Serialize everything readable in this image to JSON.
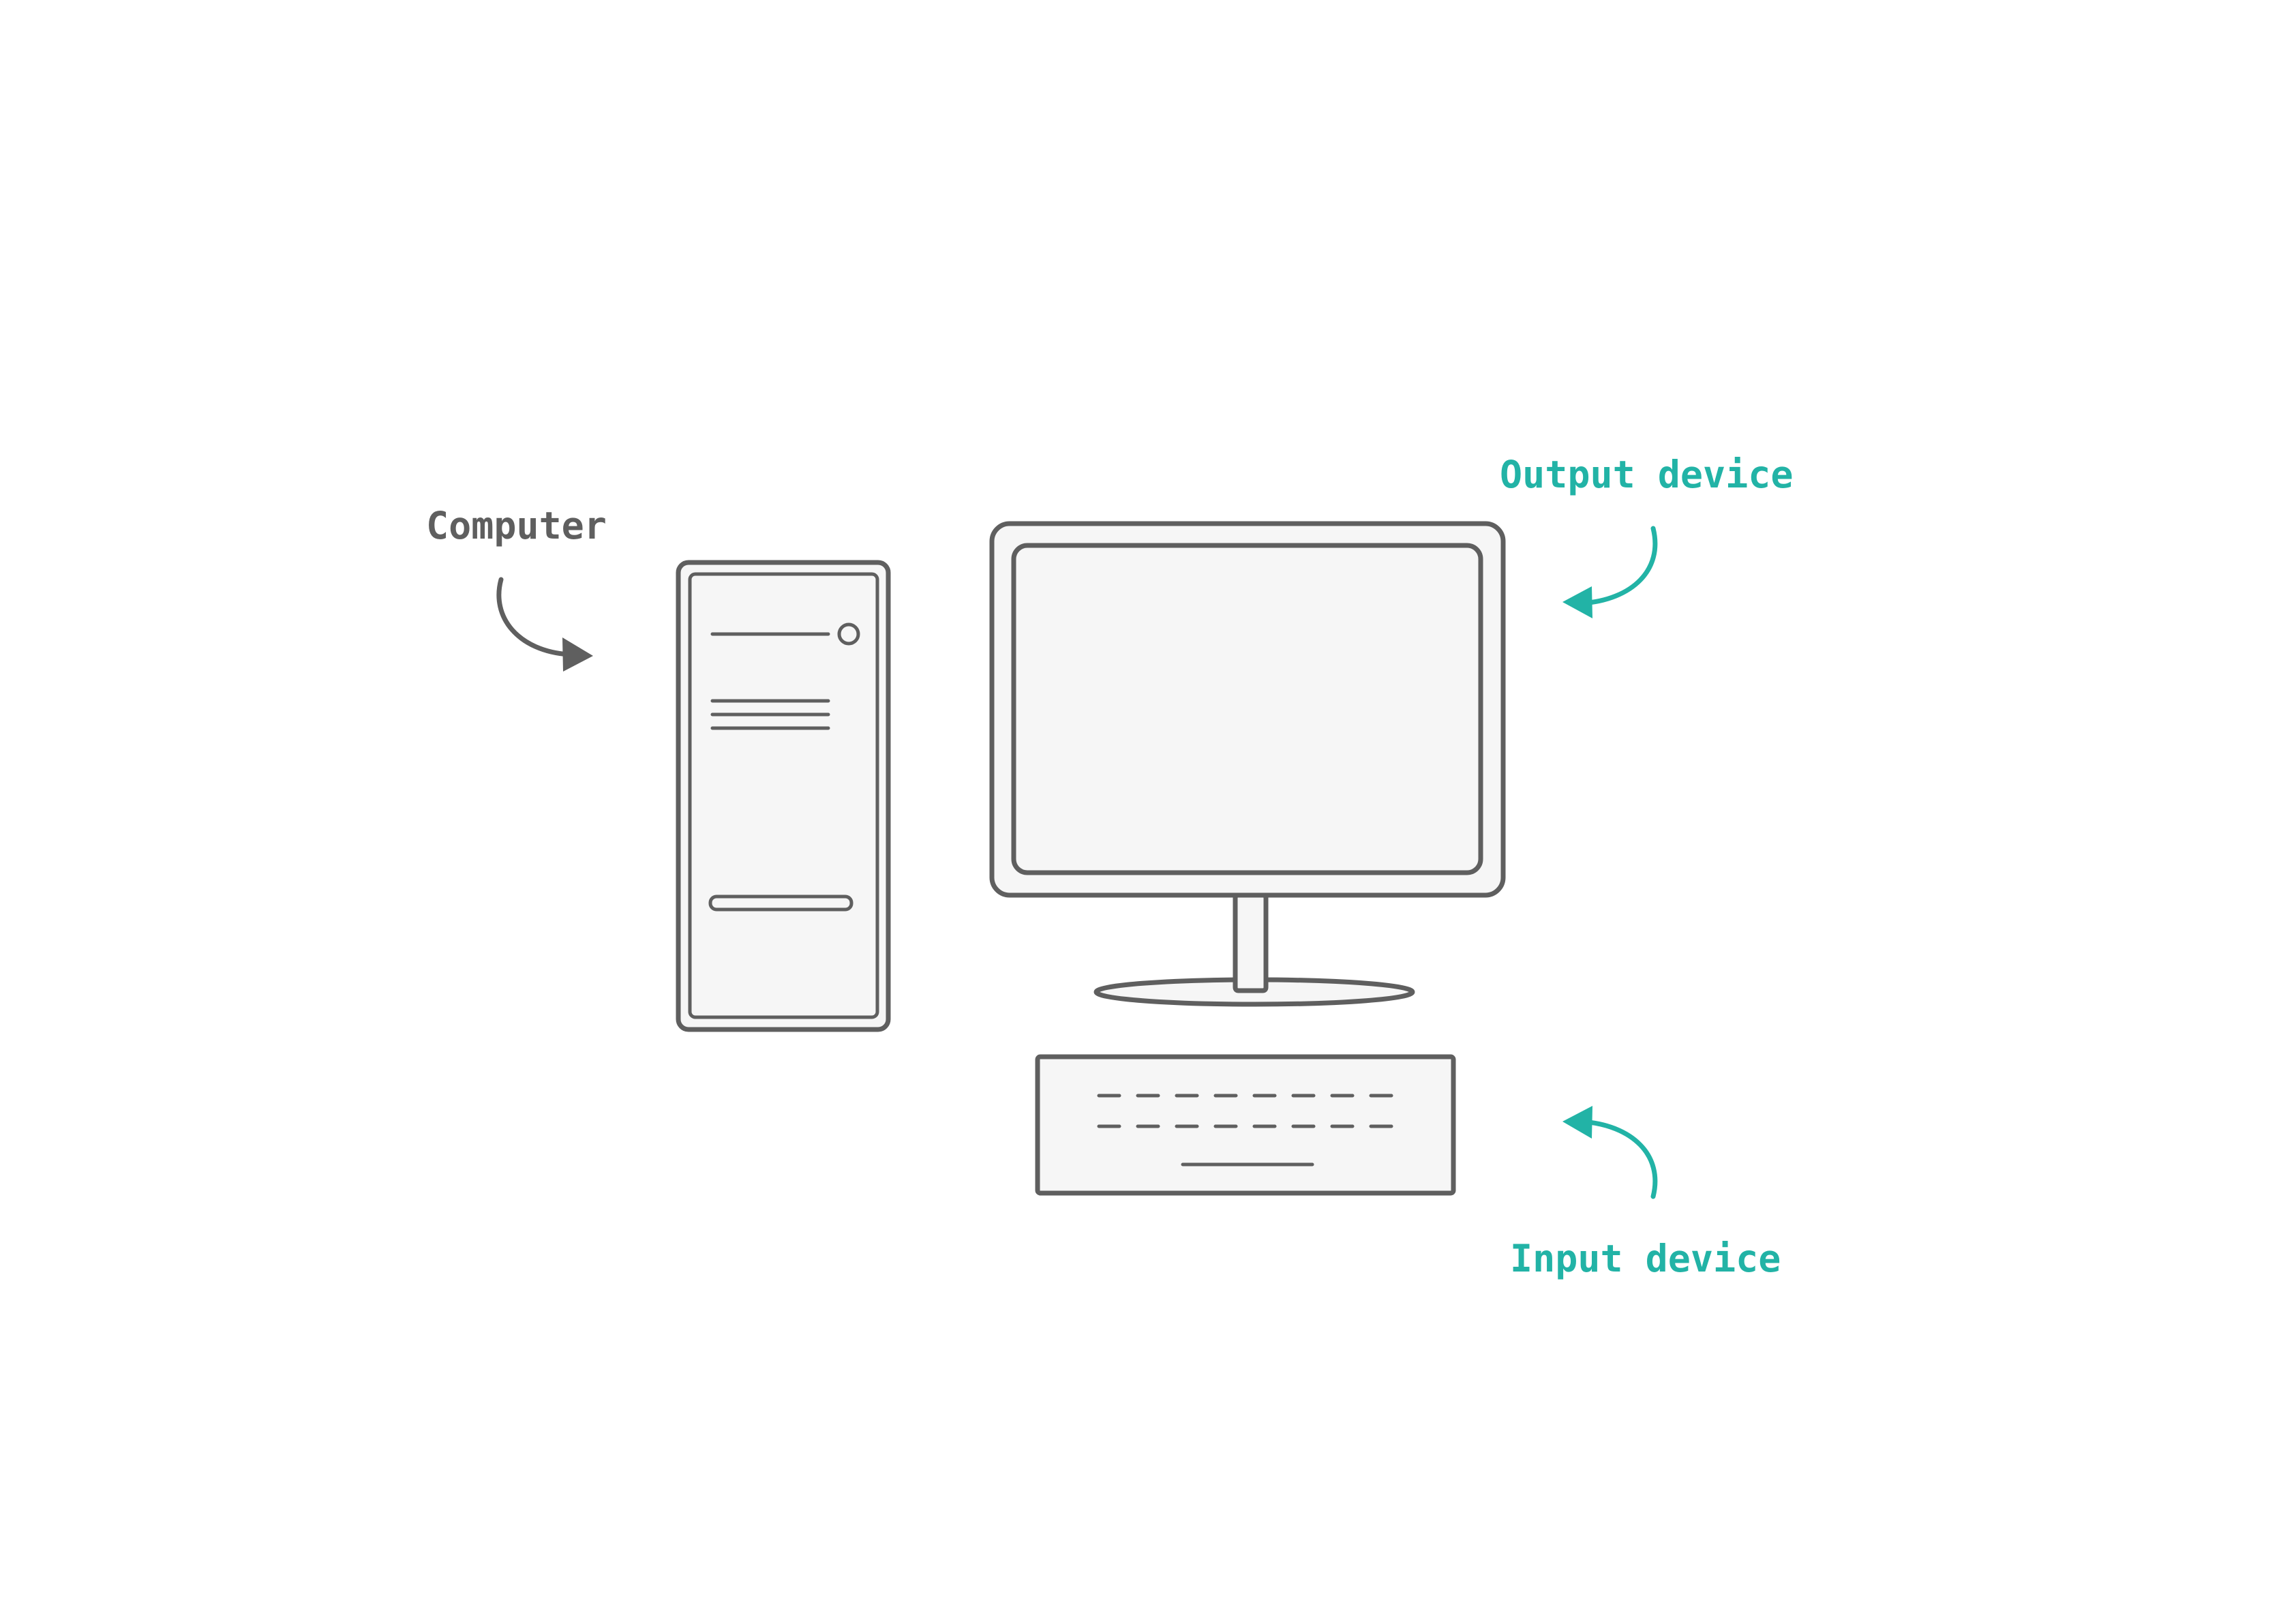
{
  "labels": {
    "computer": "Computer",
    "output": "Output device",
    "input": "Input device"
  },
  "colors": {
    "line": "#5f5f5f",
    "fill": "#f6f6f6",
    "accent": "#22b3a6",
    "background": "#ffffff"
  },
  "icons": {
    "computer": "desktop-tower-icon",
    "output": "monitor-icon",
    "input": "keyboard-icon"
  }
}
